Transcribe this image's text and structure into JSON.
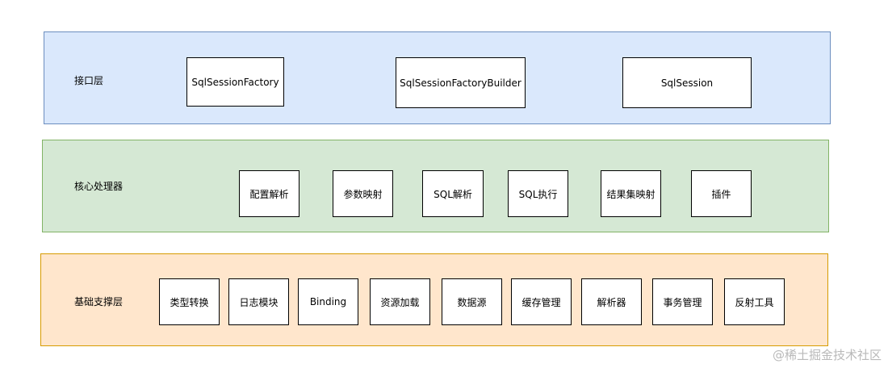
{
  "layers": {
    "interface": {
      "label": "接口层",
      "boxes": [
        "SqlSessionFactory",
        "SqlSessionFactoryBuilder",
        "SqlSession"
      ]
    },
    "core": {
      "label": "核心处理器",
      "boxes": [
        "配置解析",
        "参数映射",
        "SQL解析",
        "SQL执行",
        "结果集映射",
        "插件"
      ]
    },
    "base": {
      "label": "基础支撑层",
      "boxes": [
        "类型转换",
        "日志模块",
        "Binding",
        "资源加载",
        "数据源",
        "缓存管理",
        "解析器",
        "事务管理",
        "反射工具"
      ]
    }
  },
  "watermark": "@稀土掘金技术社区",
  "colors": {
    "interface_fill": "#dae8fc",
    "interface_border": "#6c8ebf",
    "core_fill": "#d5e8d4",
    "core_border": "#82b366",
    "base_fill": "#ffe6cc",
    "base_border": "#d79b00"
  }
}
